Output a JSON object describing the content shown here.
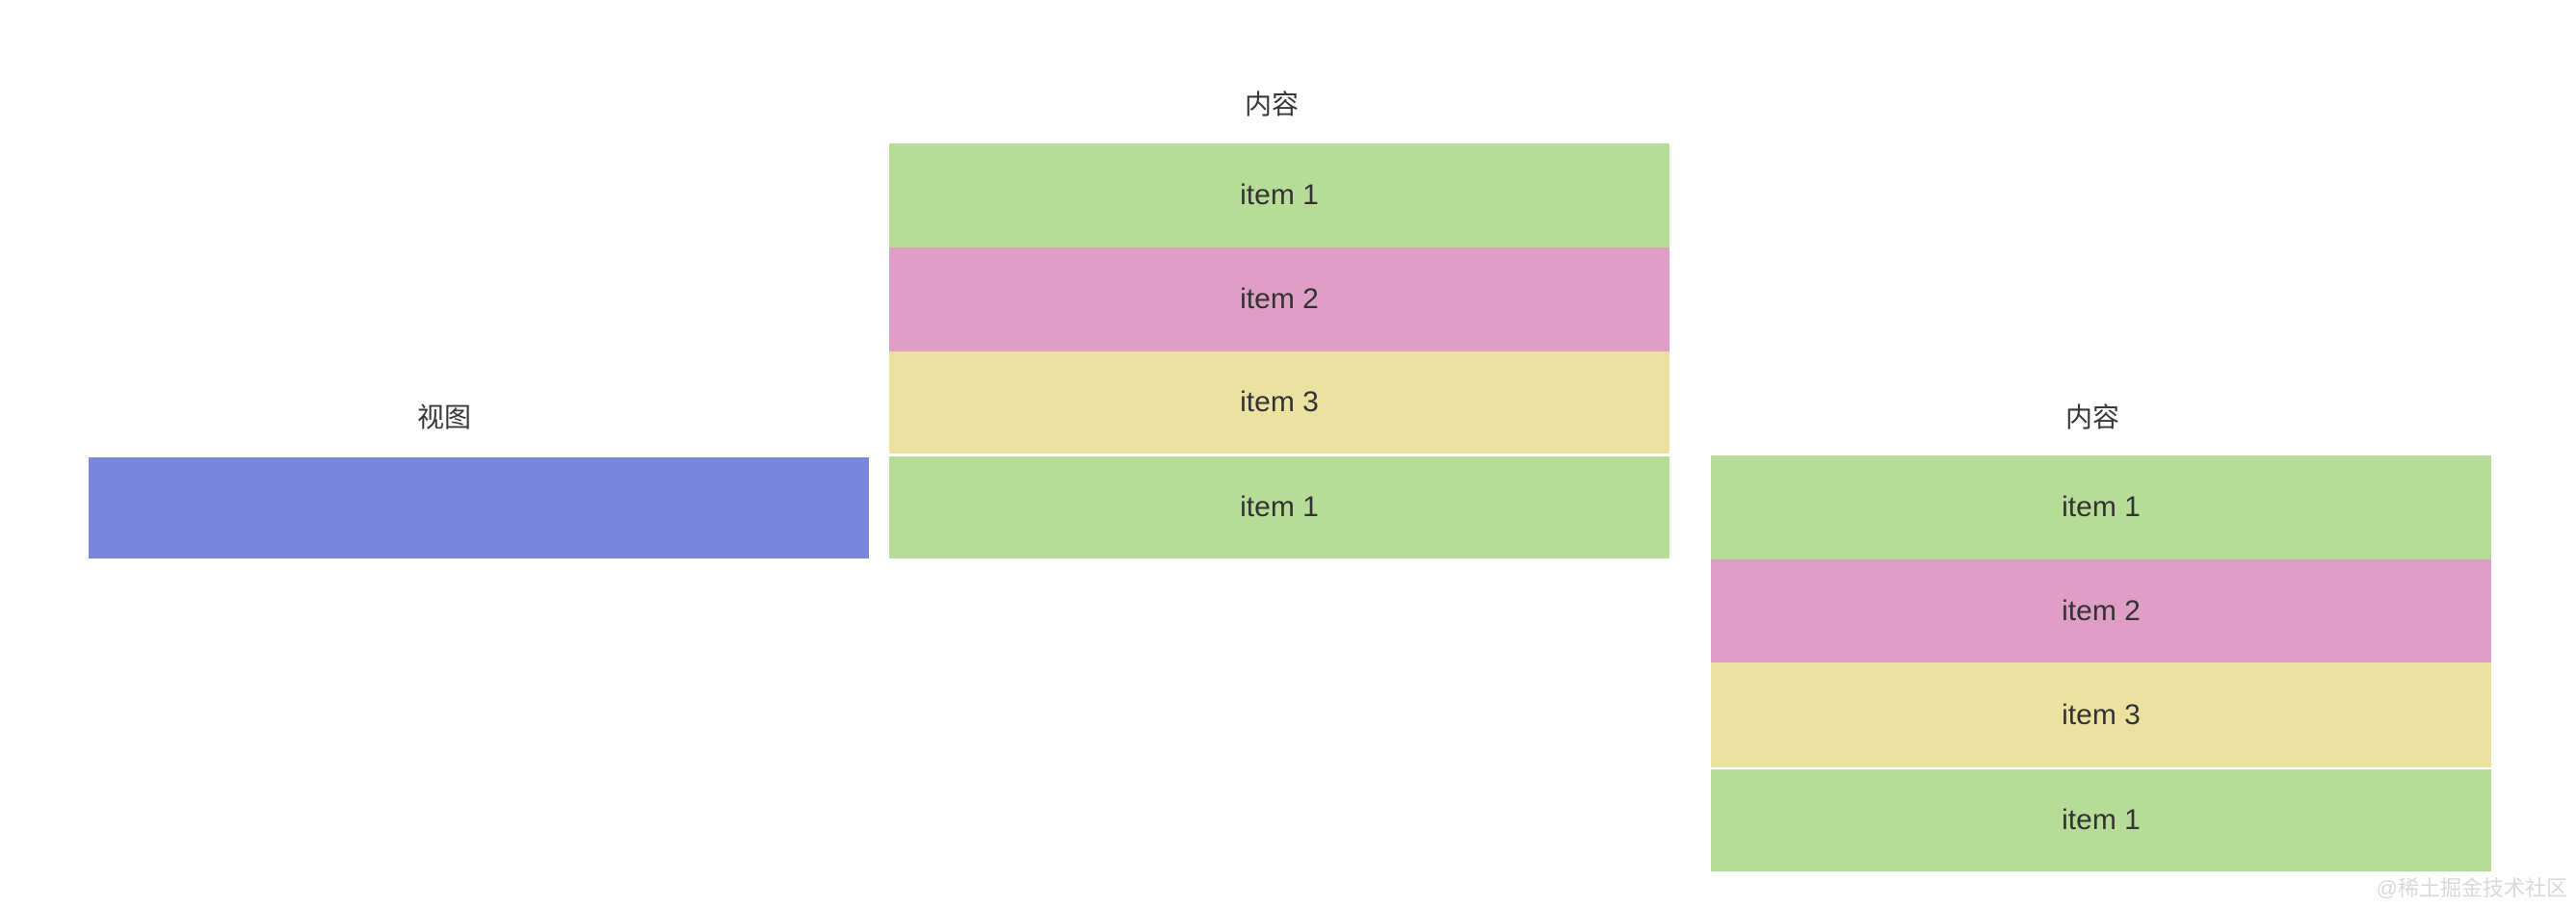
{
  "page": {
    "background": "#ffffff",
    "watermark": "@稀土掘金技术社区"
  },
  "colors": {
    "title_text": "#383838",
    "item_text": "#333333",
    "watermark_text": "#d9d9d9",
    "view_blue": "#7a86dc",
    "item_green": "#b6dc97",
    "item_pink": "#df9ec5",
    "item_yellow": "#ebe2a2"
  },
  "view_section": {
    "title": "视图",
    "view_color": "#7a86dc"
  },
  "content_section_1": {
    "title": "内容",
    "items": [
      {
        "label": "item 1",
        "color": "#b6dc97"
      },
      {
        "label": "item 2",
        "color": "#df9ec5"
      },
      {
        "label": "item 3",
        "color": "#ebe2a2"
      },
      {
        "label": "item 1",
        "color": "#b6dc97"
      }
    ]
  },
  "content_section_2": {
    "title": "内容",
    "items": [
      {
        "label": "item 1",
        "color": "#b6dc97"
      },
      {
        "label": "item 2",
        "color": "#df9ec5"
      },
      {
        "label": "item 3",
        "color": "#ebe2a2"
      },
      {
        "label": "item 1",
        "color": "#b6dc97"
      }
    ]
  }
}
